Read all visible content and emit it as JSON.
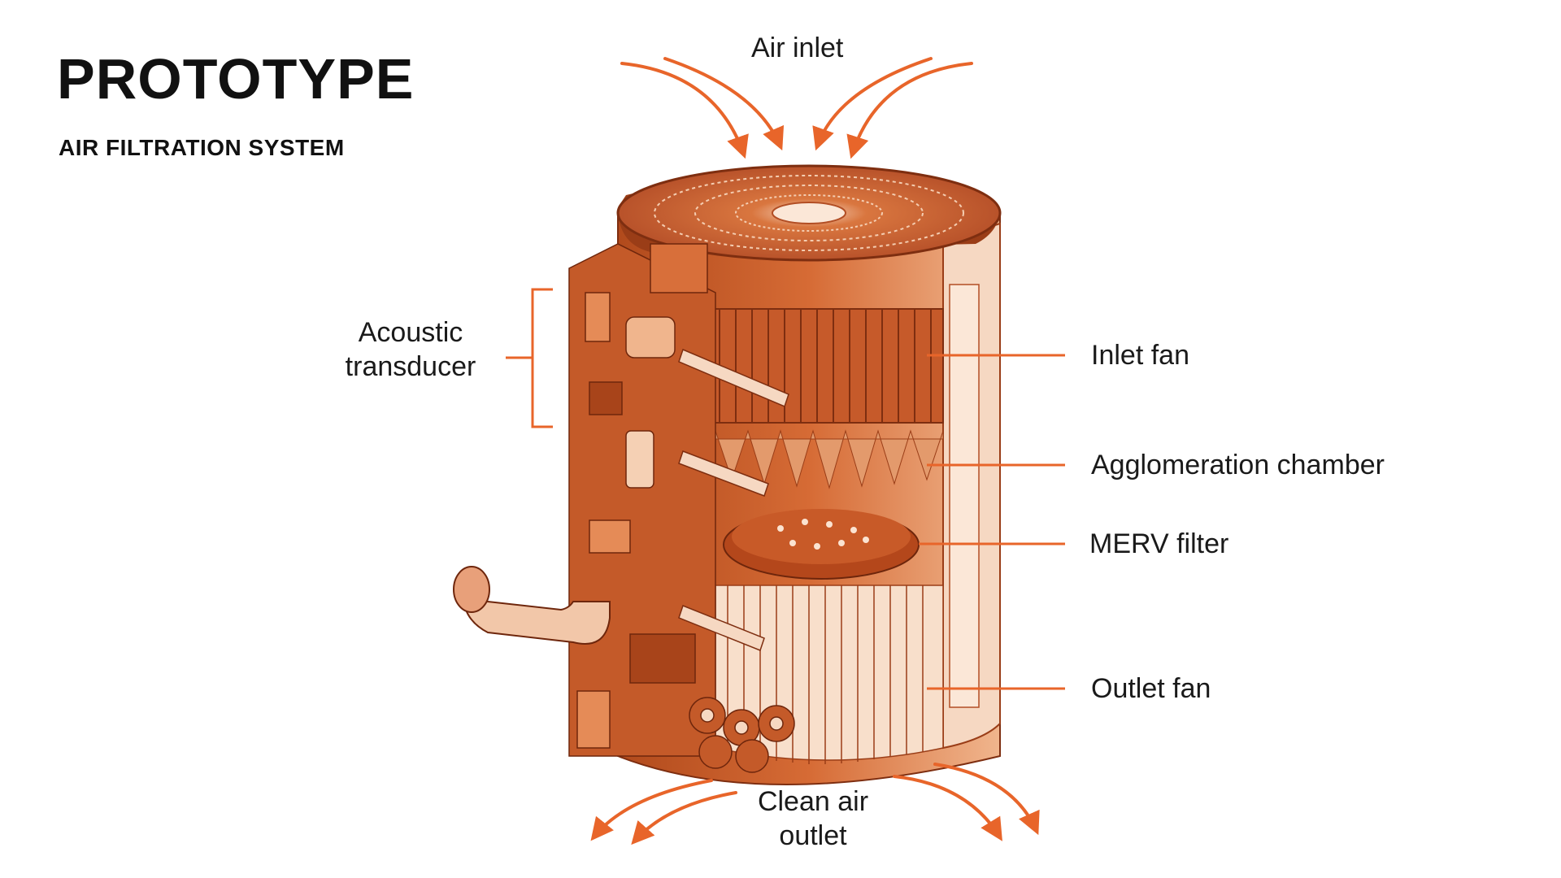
{
  "header": {
    "title": "PROTOTYPE",
    "subtitle": "AIR FILTRATION SYSTEM"
  },
  "labels": {
    "air_inlet": "Air inlet",
    "acoustic_line1": "Acoustic",
    "acoustic_line2": "transducer",
    "inlet_fan": "Inlet fan",
    "agglomeration_chamber": "Agglomeration chamber",
    "merv_filter": "MERV filter",
    "outlet_fan": "Outlet fan",
    "clean_air_line1": "Clean air",
    "clean_air_line2": "outlet"
  },
  "colors": {
    "accent": "#E8652A",
    "device_dark": "#A8441A",
    "device_mid": "#C9602F",
    "device_light": "#F2C7A9",
    "text": "#1a1a1a"
  }
}
